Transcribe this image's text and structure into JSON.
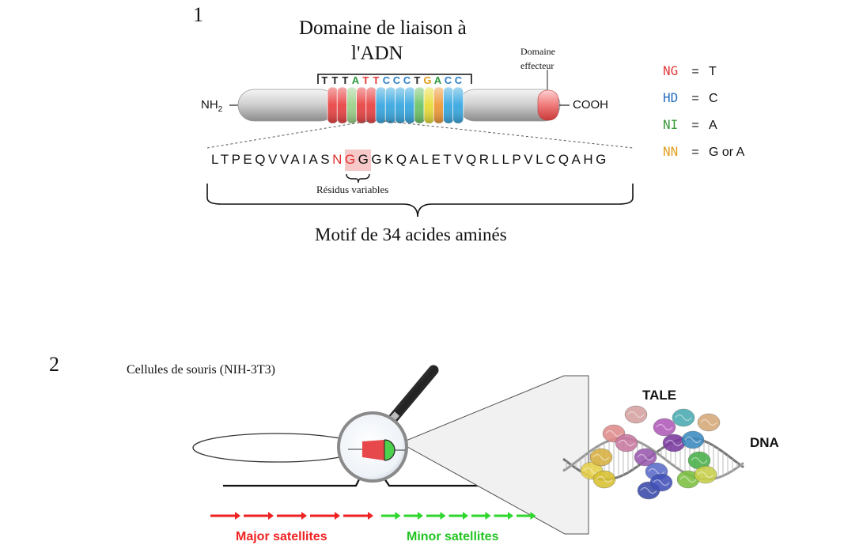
{
  "figure1": {
    "number": "1",
    "domain_title_line1": "Domaine de liaison à",
    "domain_title_line2": "l'ADN",
    "effector_line1": "Domaine",
    "effector_line2": "effecteur",
    "nh2_label": "NH",
    "nh2_subscript": "2",
    "cooh_label": "COOH",
    "dna_sequence": [
      {
        "base": "T",
        "color": "#222222"
      },
      {
        "base": "T",
        "color": "#222222"
      },
      {
        "base": "T",
        "color": "#222222"
      },
      {
        "base": "A",
        "color": "#2e9a3e"
      },
      {
        "base": "T",
        "color": "#e23a3a"
      },
      {
        "base": "T",
        "color": "#e23a3a"
      },
      {
        "base": "C",
        "color": "#2a7fc8"
      },
      {
        "base": "C",
        "color": "#2a7fc8"
      },
      {
        "base": "C",
        "color": "#2a7fc8"
      },
      {
        "base": "T",
        "color": "#222222"
      },
      {
        "base": "G",
        "color": "#e09a1a"
      },
      {
        "base": "A",
        "color": "#2e9a3e"
      },
      {
        "base": "C",
        "color": "#2a7fc8"
      },
      {
        "base": "C",
        "color": "#2a7fc8"
      }
    ],
    "repeat_colors": [
      "#e94545",
      "#e94545",
      "#9dd18a",
      "#e94545",
      "#e94545",
      "#39a8e0",
      "#39a8e0",
      "#39a8e0",
      "#39a8e0",
      "#6fc46a",
      "#e8dc3a",
      "#ef9a3a",
      "#39a8e0",
      "#39a8e0"
    ],
    "amino_acid_before": "LTPEQVVAIAS",
    "amino_acid_variable": "NG",
    "amino_acid_after": "GGKQALETVQRLLPVLCQAHG",
    "variable_residues_label": "Résidus variables",
    "motif_caption": "Motif de 34 acides aminés",
    "legend": [
      {
        "code": "NG",
        "equals": "=",
        "base": "T",
        "color": "#e23a3a"
      },
      {
        "code": "HD",
        "equals": "=",
        "base": "C",
        "color": "#2a6fc0"
      },
      {
        "code": "NI",
        "equals": "=",
        "base": "A",
        "color": "#3a9a3a"
      },
      {
        "code": "NN",
        "equals": "=",
        "base": "G or A",
        "color": "#e0a020"
      }
    ]
  },
  "figure2": {
    "number": "2",
    "cell_caption": "Cellules de souris (NIH-3T3)",
    "tale_label": "TALE",
    "dna_label": "DNA",
    "major_label": "Major satellites",
    "minor_label": "Minor satellites",
    "major_color": "#ee2222",
    "minor_color": "#2ed62e"
  }
}
